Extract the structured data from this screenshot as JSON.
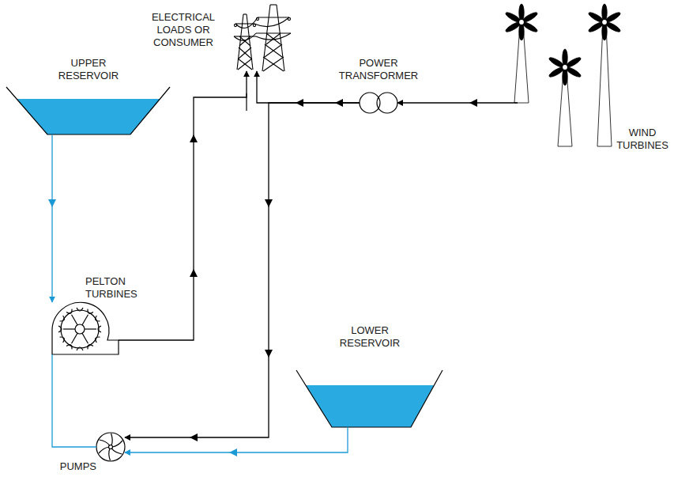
{
  "diagram": {
    "nodes": [
      {
        "text": [
          "ELECTRICAL LOADS OR CONSUMER"
        ]
      },
      {
        "text": [
          "POWER TRANSFORMER"
        ]
      },
      {
        "text": [
          "WIND TURBINES"
        ]
      },
      {
        "text": [
          "UPPER RESERVOIR"
        ]
      },
      {
        "text": [
          "PELTON TURBINES"
        ]
      },
      {
        "text": [
          "LOWER RESERVOIR"
        ]
      },
      {
        "text": [
          "PUMPS"
        ]
      }
    ],
    "edges": [
      {
        "from": 2,
        "to": 1,
        "arrow": "to"
      },
      {
        "from": 1,
        "to": 0,
        "arrow": "to"
      },
      {
        "from": 4,
        "to": 0,
        "arrow": "to"
      },
      {
        "from": 1,
        "to": 6,
        "arrow": "to"
      },
      {
        "from": 3,
        "to": 4,
        "arrow": "to"
      },
      {
        "from": 4,
        "to": 6,
        "arrow": "none"
      },
      {
        "from": 5,
        "to": 6,
        "arrow": "to"
      }
    ]
  }
}
